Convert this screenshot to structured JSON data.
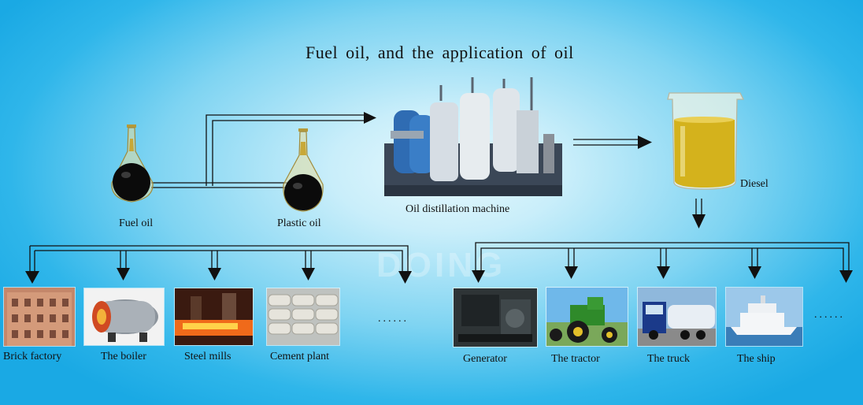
{
  "title": "Fuel oil, and the application of oil",
  "watermark": "DOING",
  "inputs": {
    "fuel_oil": "Fuel oil",
    "plastic_oil": "Plastic oil"
  },
  "machine": "Oil distillation machine",
  "product": "Diesel",
  "fuel_oil_uses": [
    "Brick factory",
    "The boiler",
    "Steel mills",
    "Cement plant",
    "......"
  ],
  "diesel_uses": [
    "Generator",
    "The tractor",
    "The truck",
    "The ship",
    "......"
  ],
  "colors": {
    "background": "#2fb6ea",
    "diesel": "#d4b21c",
    "fuel_oil": "#0b0b0b"
  }
}
